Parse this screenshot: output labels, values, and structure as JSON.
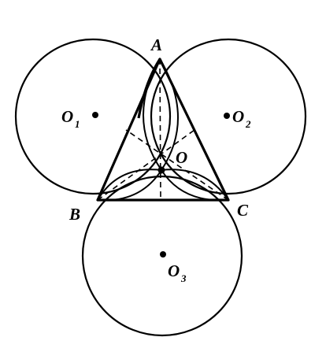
{
  "labels": {
    "A": "A",
    "B": "B",
    "C": "C",
    "O": "O",
    "O1": "O",
    "O1_sub": "1",
    "O2": "O",
    "O2_sub": "2",
    "O3": "O",
    "O3_sub": "3"
  },
  "colors": {
    "ink": "#000000",
    "background": "#ffffff"
  }
}
